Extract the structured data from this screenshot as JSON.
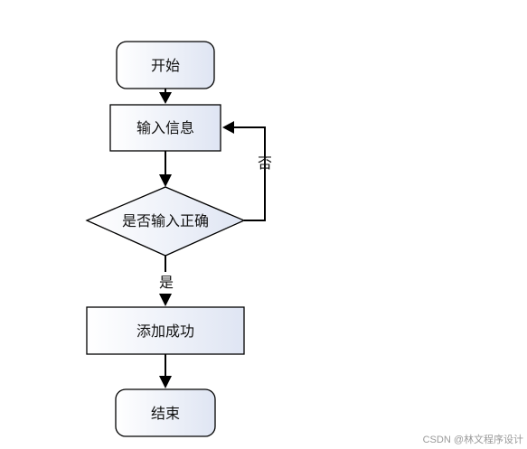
{
  "flowchart": {
    "nodes": {
      "start": {
        "label": "开始",
        "shape": "terminal"
      },
      "input_info": {
        "label": "输入信息",
        "shape": "process"
      },
      "check_input": {
        "label": "是否输入正确",
        "shape": "decision"
      },
      "add_success": {
        "label": "添加成功",
        "shape": "process"
      },
      "end": {
        "label": "结束",
        "shape": "terminal"
      }
    },
    "edges": [
      {
        "from": "start",
        "to": "input_info",
        "label": ""
      },
      {
        "from": "input_info",
        "to": "check_input",
        "label": ""
      },
      {
        "from": "check_input",
        "to": "input_info",
        "label": "否"
      },
      {
        "from": "check_input",
        "to": "add_success",
        "label": "是"
      },
      {
        "from": "add_success",
        "to": "end",
        "label": ""
      }
    ],
    "edge_labels": {
      "no": "否",
      "yes": "是"
    }
  },
  "watermark": "CSDN @林文程序设计",
  "colors": {
    "node_fill_top": "#ffffff",
    "node_fill_bottom": "#dfe5f3",
    "stroke": "#000000"
  }
}
